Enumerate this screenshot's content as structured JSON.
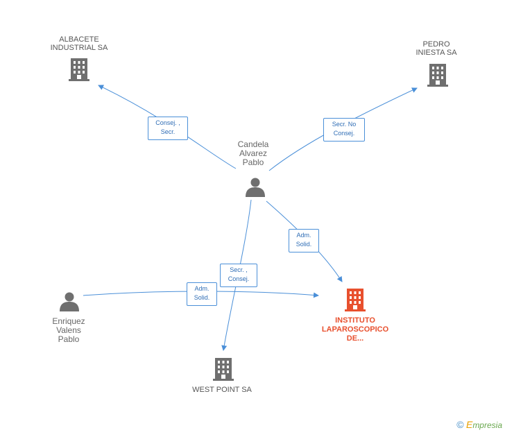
{
  "nodes": {
    "albacete": {
      "label": "ALBACETE\nINDUSTRIAL SA",
      "type": "company"
    },
    "pedro": {
      "label": "PEDRO\nINIESTA SA",
      "type": "company"
    },
    "candela": {
      "label": "Candela\nAlvarez\nPablo",
      "type": "person"
    },
    "enriquez": {
      "label": "Enriquez\nValens\nPablo",
      "type": "person"
    },
    "instituto": {
      "label": "INSTITUTO\nLAPAROSCOPICO\nDE...",
      "type": "company",
      "focus": true
    },
    "westpoint": {
      "label": "WEST POINT SA",
      "type": "company"
    }
  },
  "edges": {
    "candela_albacete": "Consej. ,\nSecr.",
    "candela_pedro": "Secr.  No\nConsej.",
    "candela_instituto": "Adm.\nSolid.",
    "candela_westpoint": "Secr. ,\nConsej.",
    "enriquez_instituto": "Adm.\nSolid."
  },
  "colors": {
    "edge": "#4a8fd8",
    "company": "#6f6f6f",
    "focus": "#e8502e",
    "person": "#6f6f6f"
  },
  "brand": {
    "copyright": "©",
    "e": "E",
    "rest": "mpresia"
  }
}
